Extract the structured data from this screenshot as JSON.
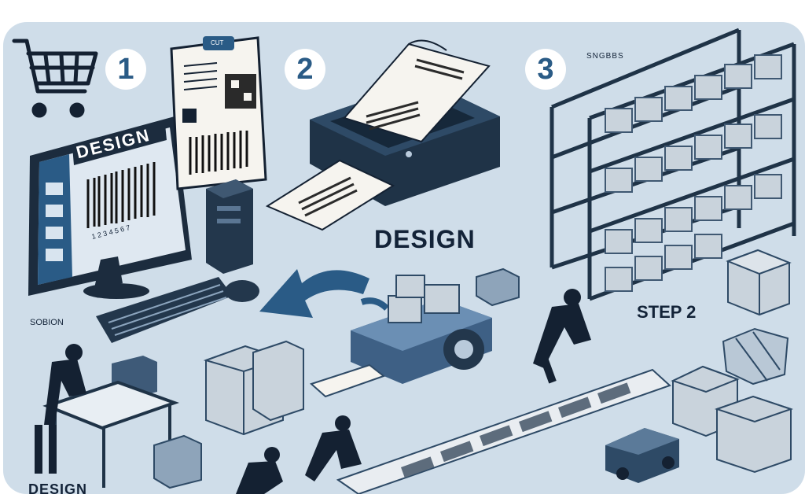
{
  "steps": [
    "1",
    "2",
    "3"
  ],
  "texts": {
    "monitor_design": "DESIGN",
    "center_design": "DESIGN",
    "step_2": "STEP 2",
    "left_caption": "SOBION",
    "bottom_caption": "DESIGN",
    "clipboard_tag": "CUT",
    "top_right_text": "SNGBBS",
    "barcode_digits": "1 2 3 4 5 6 7"
  },
  "colors": {
    "background": "#cfdde9",
    "navy": "#213549",
    "accent_blue": "#2a5b86",
    "light_box": "#c9d3dc",
    "paper": "#f6f4ef"
  }
}
